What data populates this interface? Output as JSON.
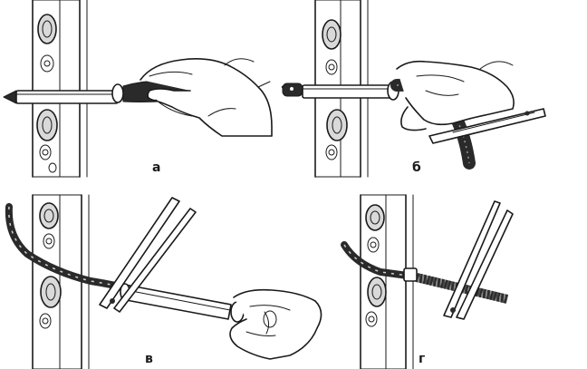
{
  "figure": {
    "panels": [
      {
        "id": "a",
        "label": "а"
      },
      {
        "id": "b",
        "label": "б"
      },
      {
        "id": "v",
        "label": "в"
      },
      {
        "id": "g",
        "label": "г"
      }
    ]
  }
}
